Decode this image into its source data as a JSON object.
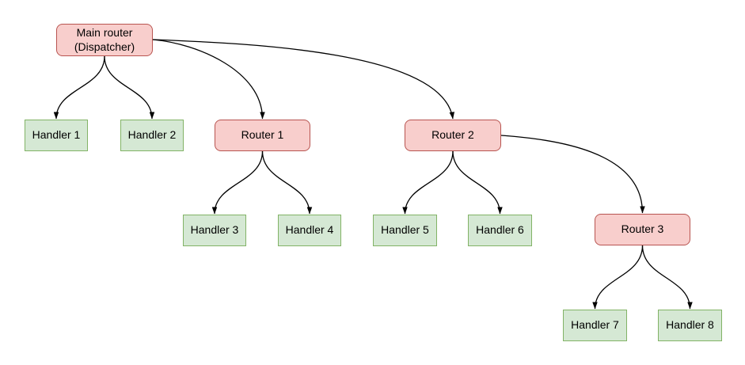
{
  "diagram": {
    "nodes": {
      "main": {
        "line1": "Main router",
        "line2": "(Dispatcher)",
        "type": "router"
      },
      "handler1": {
        "label": "Handler 1",
        "type": "handler"
      },
      "handler2": {
        "label": "Handler 2",
        "type": "handler"
      },
      "router1": {
        "label": "Router 1",
        "type": "router"
      },
      "router2": {
        "label": "Router 2",
        "type": "router"
      },
      "handler3": {
        "label": "Handler 3",
        "type": "handler"
      },
      "handler4": {
        "label": "Handler 4",
        "type": "handler"
      },
      "handler5": {
        "label": "Handler 5",
        "type": "handler"
      },
      "handler6": {
        "label": "Handler 6",
        "type": "handler"
      },
      "router3": {
        "label": "Router 3",
        "type": "router"
      },
      "handler7": {
        "label": "Handler 7",
        "type": "handler"
      },
      "handler8": {
        "label": "Handler 8",
        "type": "handler"
      }
    },
    "edges": [
      {
        "from": "main",
        "to": "handler1"
      },
      {
        "from": "main",
        "to": "handler2"
      },
      {
        "from": "main",
        "to": "router1"
      },
      {
        "from": "main",
        "to": "router2"
      },
      {
        "from": "router1",
        "to": "handler3"
      },
      {
        "from": "router1",
        "to": "handler4"
      },
      {
        "from": "router2",
        "to": "handler5"
      },
      {
        "from": "router2",
        "to": "handler6"
      },
      {
        "from": "router2",
        "to": "router3"
      },
      {
        "from": "router3",
        "to": "handler7"
      },
      {
        "from": "router3",
        "to": "handler8"
      }
    ],
    "colors": {
      "router_fill": "#f8cecc",
      "router_stroke": "#b85450",
      "handler_fill": "#d5e8d4",
      "handler_stroke": "#82b366",
      "edge": "#000000",
      "text": "#000000",
      "background": "#ffffff"
    }
  }
}
